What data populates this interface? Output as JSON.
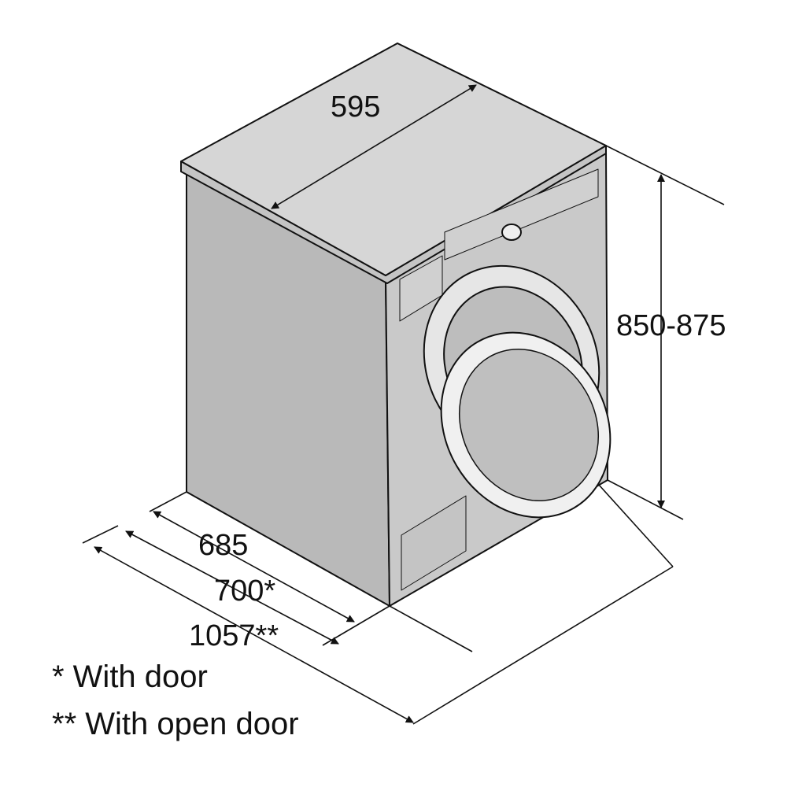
{
  "dimensions": {
    "width": "595",
    "height": "850-875",
    "depth": "685",
    "depth_with_door": "700*",
    "depth_open_door": "1057**"
  },
  "notes": [
    "* With door",
    "** With open door"
  ],
  "colors": {
    "body": "#b9b9b9",
    "top": "#d6d6d6",
    "front": "#c9c9c9",
    "line": "#111111"
  }
}
